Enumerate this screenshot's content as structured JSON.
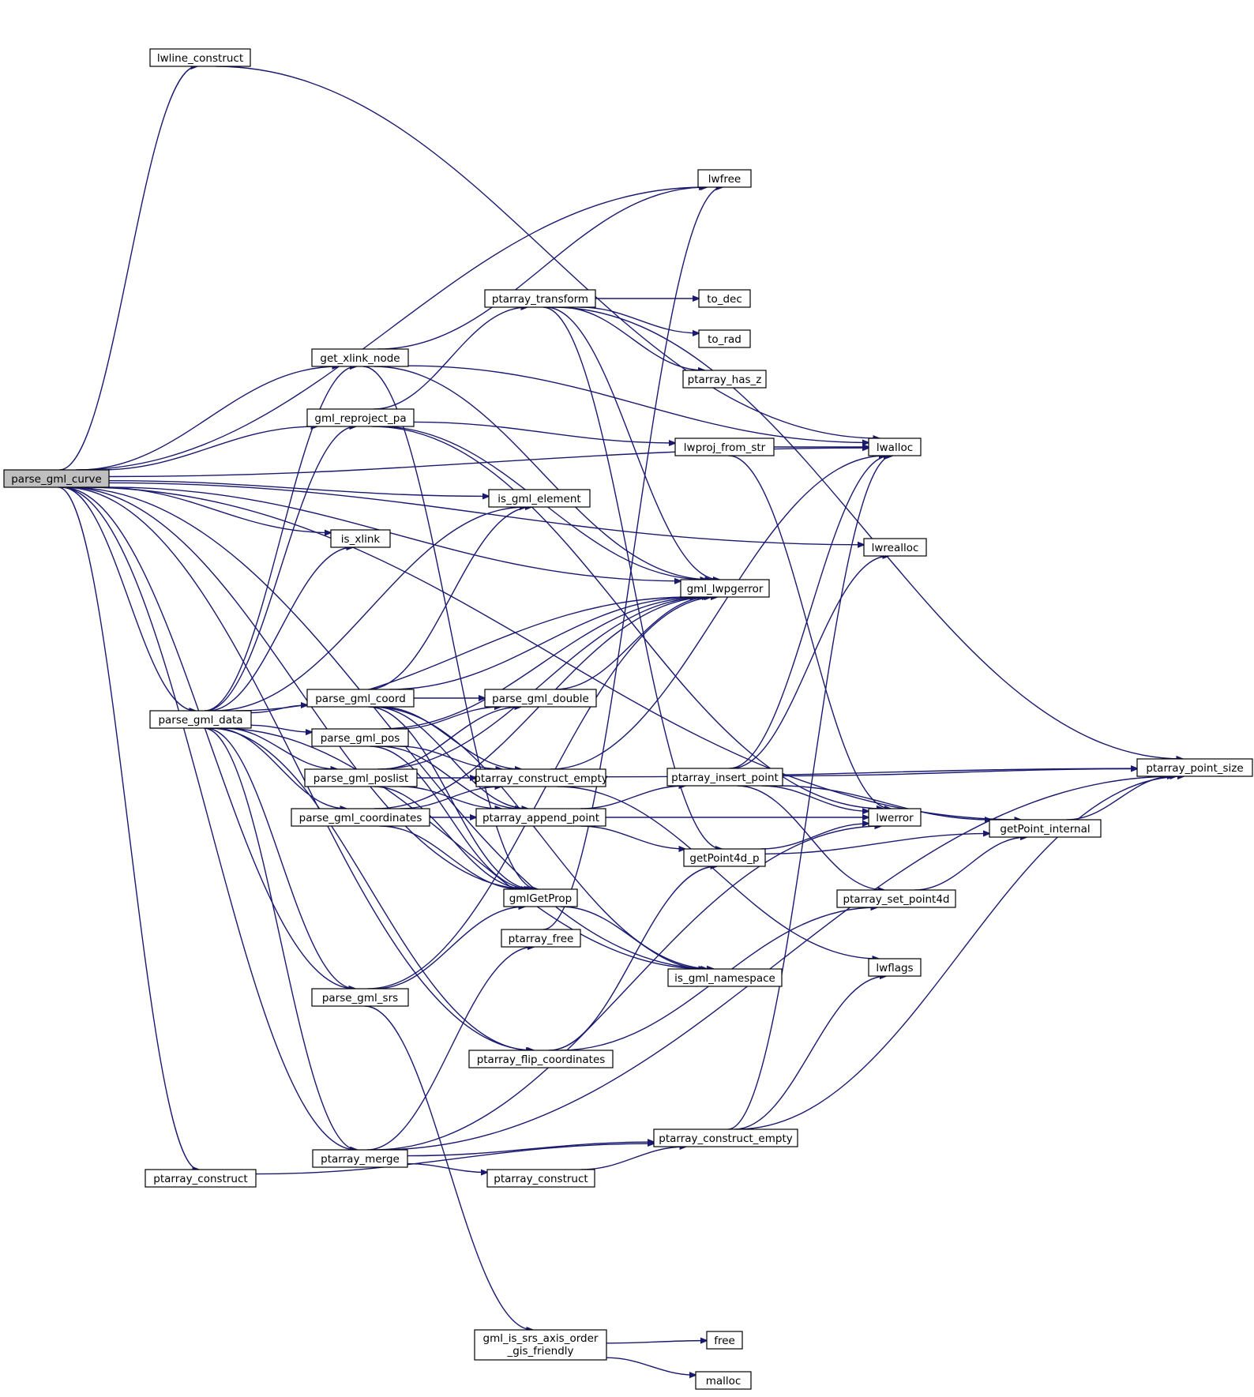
{
  "nodes": [
    {
      "id": "parse_gml_curve",
      "label": "parse_gml_curve",
      "root": true
    },
    {
      "id": "lwline_construct",
      "label": "lwline_construct"
    },
    {
      "id": "get_xlink_node",
      "label": "get_xlink_node"
    },
    {
      "id": "gml_reproject_pa",
      "label": "gml_reproject_pa"
    },
    {
      "id": "is_xlink",
      "label": "is_xlink"
    },
    {
      "id": "parse_gml_data",
      "label": "parse_gml_data"
    },
    {
      "id": "parse_gml_coord",
      "label": "parse_gml_coord"
    },
    {
      "id": "parse_gml_pos",
      "label": "parse_gml_pos"
    },
    {
      "id": "parse_gml_poslist",
      "label": "parse_gml_poslist"
    },
    {
      "id": "parse_gml_coordinates",
      "label": "parse_gml_coordinates"
    },
    {
      "id": "parse_gml_srs",
      "label": "parse_gml_srs"
    },
    {
      "id": "ptarray_merge",
      "label": "ptarray_merge"
    },
    {
      "id": "ptarray_construct_left",
      "label": "ptarray_construct"
    },
    {
      "id": "ptarray_transform",
      "label": "ptarray_transform"
    },
    {
      "id": "is_gml_element",
      "label": "is_gml_element"
    },
    {
      "id": "parse_gml_double",
      "label": "parse_gml_double"
    },
    {
      "id": "ptarray_construct_empty_mid",
      "label": "ptarray_construct_empty"
    },
    {
      "id": "ptarray_append_point",
      "label": "ptarray_append_point"
    },
    {
      "id": "gmlGetProp",
      "label": "gmlGetProp"
    },
    {
      "id": "ptarray_free",
      "label": "ptarray_free"
    },
    {
      "id": "ptarray_flip_coordinates",
      "label": "ptarray_flip_coordinates"
    },
    {
      "id": "ptarray_construct_mid",
      "label": "ptarray_construct"
    },
    {
      "id": "gml_is_srs_axis_order",
      "label": "gml_is_srs_axis_order",
      "label2": "_gis_friendly"
    },
    {
      "id": "lwfree",
      "label": "lwfree"
    },
    {
      "id": "to_dec",
      "label": "to_dec"
    },
    {
      "id": "to_rad",
      "label": "to_rad"
    },
    {
      "id": "ptarray_has_z",
      "label": "ptarray_has_z"
    },
    {
      "id": "lwproj_from_str",
      "label": "lwproj_from_str"
    },
    {
      "id": "gml_lwpgerror",
      "label": "gml_lwpgerror"
    },
    {
      "id": "ptarray_insert_point",
      "label": "ptarray_insert_point"
    },
    {
      "id": "getPoint4d_p",
      "label": "getPoint4d_p"
    },
    {
      "id": "is_gml_namespace",
      "label": "is_gml_namespace"
    },
    {
      "id": "ptarray_construct_empty_right",
      "label": "ptarray_construct_empty"
    },
    {
      "id": "free",
      "label": "free"
    },
    {
      "id": "malloc",
      "label": "malloc"
    },
    {
      "id": "lwalloc",
      "label": "lwalloc"
    },
    {
      "id": "lwrealloc",
      "label": "lwrealloc"
    },
    {
      "id": "lwerror",
      "label": "lwerror"
    },
    {
      "id": "ptarray_set_point4d",
      "label": "ptarray_set_point4d"
    },
    {
      "id": "lwflags",
      "label": "lwflags"
    },
    {
      "id": "getPoint_internal",
      "label": "getPoint_internal"
    },
    {
      "id": "ptarray_point_size",
      "label": "ptarray_point_size"
    }
  ],
  "edges": [
    [
      "parse_gml_curve",
      "lwline_construct"
    ],
    [
      "parse_gml_curve",
      "get_xlink_node"
    ],
    [
      "parse_gml_curve",
      "gml_reproject_pa"
    ],
    [
      "parse_gml_curve",
      "is_gml_element"
    ],
    [
      "parse_gml_curve",
      "is_xlink"
    ],
    [
      "parse_gml_curve",
      "parse_gml_data"
    ],
    [
      "parse_gml_curve",
      "gmlGetProp"
    ],
    [
      "parse_gml_curve",
      "parse_gml_srs"
    ],
    [
      "parse_gml_curve",
      "ptarray_flip_coordinates"
    ],
    [
      "parse_gml_curve",
      "is_gml_namespace"
    ],
    [
      "parse_gml_curve",
      "ptarray_construct_left"
    ],
    [
      "parse_gml_curve",
      "lwfree"
    ],
    [
      "parse_gml_curve",
      "lwalloc"
    ],
    [
      "parse_gml_curve",
      "lwrealloc"
    ],
    [
      "parse_gml_curve",
      "getPoint_internal"
    ],
    [
      "parse_gml_curve",
      "gml_lwpgerror"
    ],
    [
      "parse_gml_curve",
      "ptarray_merge"
    ],
    [
      "lwline_construct",
      "lwalloc"
    ],
    [
      "get_xlink_node",
      "lwfree"
    ],
    [
      "get_xlink_node",
      "lwalloc"
    ],
    [
      "get_xlink_node",
      "gml_lwpgerror"
    ],
    [
      "get_xlink_node",
      "gmlGetProp"
    ],
    [
      "gml_reproject_pa",
      "ptarray_transform"
    ],
    [
      "gml_reproject_pa",
      "lwproj_from_str"
    ],
    [
      "gml_reproject_pa",
      "gml_lwpgerror"
    ],
    [
      "gml_reproject_pa",
      "lwerror"
    ],
    [
      "parse_gml_data",
      "get_xlink_node"
    ],
    [
      "parse_gml_data",
      "gml_reproject_pa"
    ],
    [
      "parse_gml_data",
      "is_xlink"
    ],
    [
      "parse_gml_data",
      "is_gml_element"
    ],
    [
      "parse_gml_data",
      "gml_lwpgerror"
    ],
    [
      "parse_gml_data",
      "parse_gml_coord"
    ],
    [
      "parse_gml_data",
      "parse_gml_pos"
    ],
    [
      "parse_gml_data",
      "parse_gml_poslist"
    ],
    [
      "parse_gml_data",
      "parse_gml_coordinates"
    ],
    [
      "parse_gml_data",
      "parse_gml_srs"
    ],
    [
      "parse_gml_data",
      "ptarray_merge"
    ],
    [
      "parse_gml_data",
      "ptarray_flip_coordinates"
    ],
    [
      "parse_gml_data",
      "is_gml_namespace"
    ],
    [
      "parse_gml_coord",
      "is_gml_element"
    ],
    [
      "parse_gml_coord",
      "gml_lwpgerror"
    ],
    [
      "parse_gml_coord",
      "parse_gml_double"
    ],
    [
      "parse_gml_coord",
      "ptarray_construct_empty_mid"
    ],
    [
      "parse_gml_coord",
      "ptarray_append_point"
    ],
    [
      "parse_gml_coord",
      "gmlGetProp"
    ],
    [
      "parse_gml_coord",
      "is_gml_namespace"
    ],
    [
      "parse_gml_pos",
      "parse_gml_double"
    ],
    [
      "parse_gml_pos",
      "ptarray_construct_empty_mid"
    ],
    [
      "parse_gml_pos",
      "ptarray_append_point"
    ],
    [
      "parse_gml_pos",
      "gmlGetProp"
    ],
    [
      "parse_gml_pos",
      "gml_lwpgerror"
    ],
    [
      "parse_gml_poslist",
      "ptarray_construct_empty_mid"
    ],
    [
      "parse_gml_poslist",
      "ptarray_append_point"
    ],
    [
      "parse_gml_poslist",
      "parse_gml_double"
    ],
    [
      "parse_gml_poslist",
      "gmlGetProp"
    ],
    [
      "parse_gml_poslist",
      "gml_lwpgerror"
    ],
    [
      "parse_gml_coordinates",
      "ptarray_append_point"
    ],
    [
      "parse_gml_coordinates",
      "ptarray_construct_empty_mid"
    ],
    [
      "parse_gml_coordinates",
      "gmlGetProp"
    ],
    [
      "parse_gml_coordinates",
      "gml_lwpgerror"
    ],
    [
      "parse_gml_srs",
      "gmlGetProp"
    ],
    [
      "parse_gml_srs",
      "gml_is_srs_axis_order"
    ],
    [
      "parse_gml_srs",
      "gml_lwpgerror"
    ],
    [
      "ptarray_merge",
      "ptarray_construct_mid"
    ],
    [
      "ptarray_merge",
      "ptarray_free"
    ],
    [
      "ptarray_merge",
      "ptarray_construct_empty_right"
    ],
    [
      "ptarray_merge",
      "lwerror"
    ],
    [
      "ptarray_merge",
      "ptarray_point_size"
    ],
    [
      "ptarray_construct_left",
      "ptarray_construct_empty_right"
    ],
    [
      "ptarray_transform",
      "to_dec"
    ],
    [
      "ptarray_transform",
      "to_rad"
    ],
    [
      "ptarray_transform",
      "ptarray_has_z"
    ],
    [
      "ptarray_transform",
      "gml_lwpgerror"
    ],
    [
      "ptarray_transform",
      "ptarray_point_size"
    ],
    [
      "ptarray_transform",
      "getPoint4d_p"
    ],
    [
      "parse_gml_double",
      "gml_lwpgerror"
    ],
    [
      "ptarray_construct_empty_mid",
      "lwalloc"
    ],
    [
      "ptarray_construct_empty_mid",
      "ptarray_point_size"
    ],
    [
      "ptarray_construct_empty_mid",
      "lwflags"
    ],
    [
      "ptarray_append_point",
      "ptarray_insert_point"
    ],
    [
      "ptarray_append_point",
      "lwerror"
    ],
    [
      "ptarray_append_point",
      "getPoint4d_p"
    ],
    [
      "gmlGetProp",
      "is_gml_namespace"
    ],
    [
      "ptarray_free",
      "lwfree"
    ],
    [
      "ptarray_flip_coordinates",
      "getPoint4d_p"
    ],
    [
      "ptarray_flip_coordinates",
      "ptarray_set_point4d"
    ],
    [
      "ptarray_construct_mid",
      "ptarray_construct_empty_right"
    ],
    [
      "gml_is_srs_axis_order",
      "free"
    ],
    [
      "gml_is_srs_axis_order",
      "malloc"
    ],
    [
      "lwproj_from_str",
      "lwalloc"
    ],
    [
      "lwproj_from_str",
      "lwerror"
    ],
    [
      "ptarray_insert_point",
      "ptarray_point_size"
    ],
    [
      "ptarray_insert_point",
      "lwalloc"
    ],
    [
      "ptarray_insert_point",
      "lwrealloc"
    ],
    [
      "ptarray_insert_point",
      "lwerror"
    ],
    [
      "ptarray_insert_point",
      "getPoint_internal"
    ],
    [
      "ptarray_insert_point",
      "ptarray_set_point4d"
    ],
    [
      "getPoint4d_p",
      "lwerror"
    ],
    [
      "getPoint4d_p",
      "getPoint_internal"
    ],
    [
      "ptarray_construct_empty_right",
      "lwalloc"
    ],
    [
      "ptarray_construct_empty_right",
      "lwflags"
    ],
    [
      "ptarray_construct_empty_right",
      "ptarray_point_size"
    ],
    [
      "ptarray_set_point4d",
      "getPoint_internal"
    ],
    [
      "getPoint_internal",
      "ptarray_point_size"
    ]
  ]
}
